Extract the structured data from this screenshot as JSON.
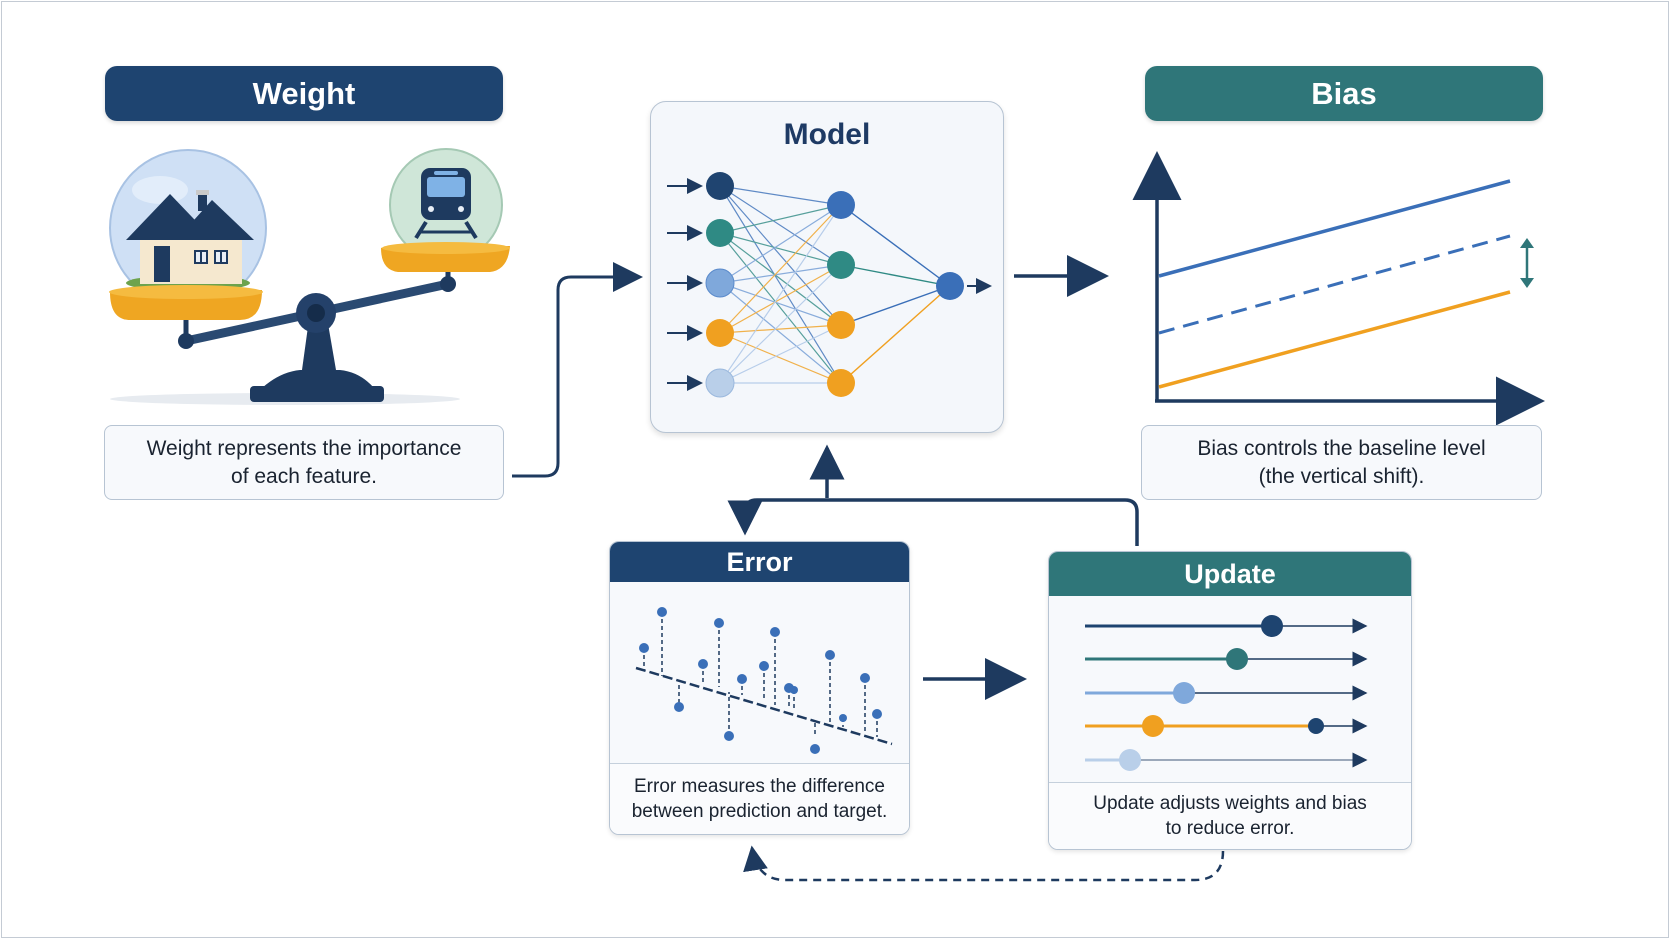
{
  "weight": {
    "title": "Weight",
    "caption_line1": "Weight represents the importance",
    "caption_line2": "of each feature."
  },
  "model": {
    "title": "Model"
  },
  "bias": {
    "title": "Bias",
    "caption_line1": "Bias controls the baseline level",
    "caption_line2": "(the vertical shift)."
  },
  "error": {
    "title": "Error",
    "caption_line1": "Error measures the difference",
    "caption_line2": "between prediction and target."
  },
  "update": {
    "title": "Update",
    "caption_line1": "Update adjusts weights and bias",
    "caption_line2": "to reduce error."
  },
  "colors": {
    "navy": "#1e4470",
    "teal": "#2f7679",
    "blue": "#3a6fb8",
    "orange": "#f0a020",
    "light_blue": "#8fb3e0",
    "pale_blue": "#b9cfe9"
  },
  "icons": [
    "house-icon",
    "train-icon",
    "balance-scale-icon"
  ]
}
